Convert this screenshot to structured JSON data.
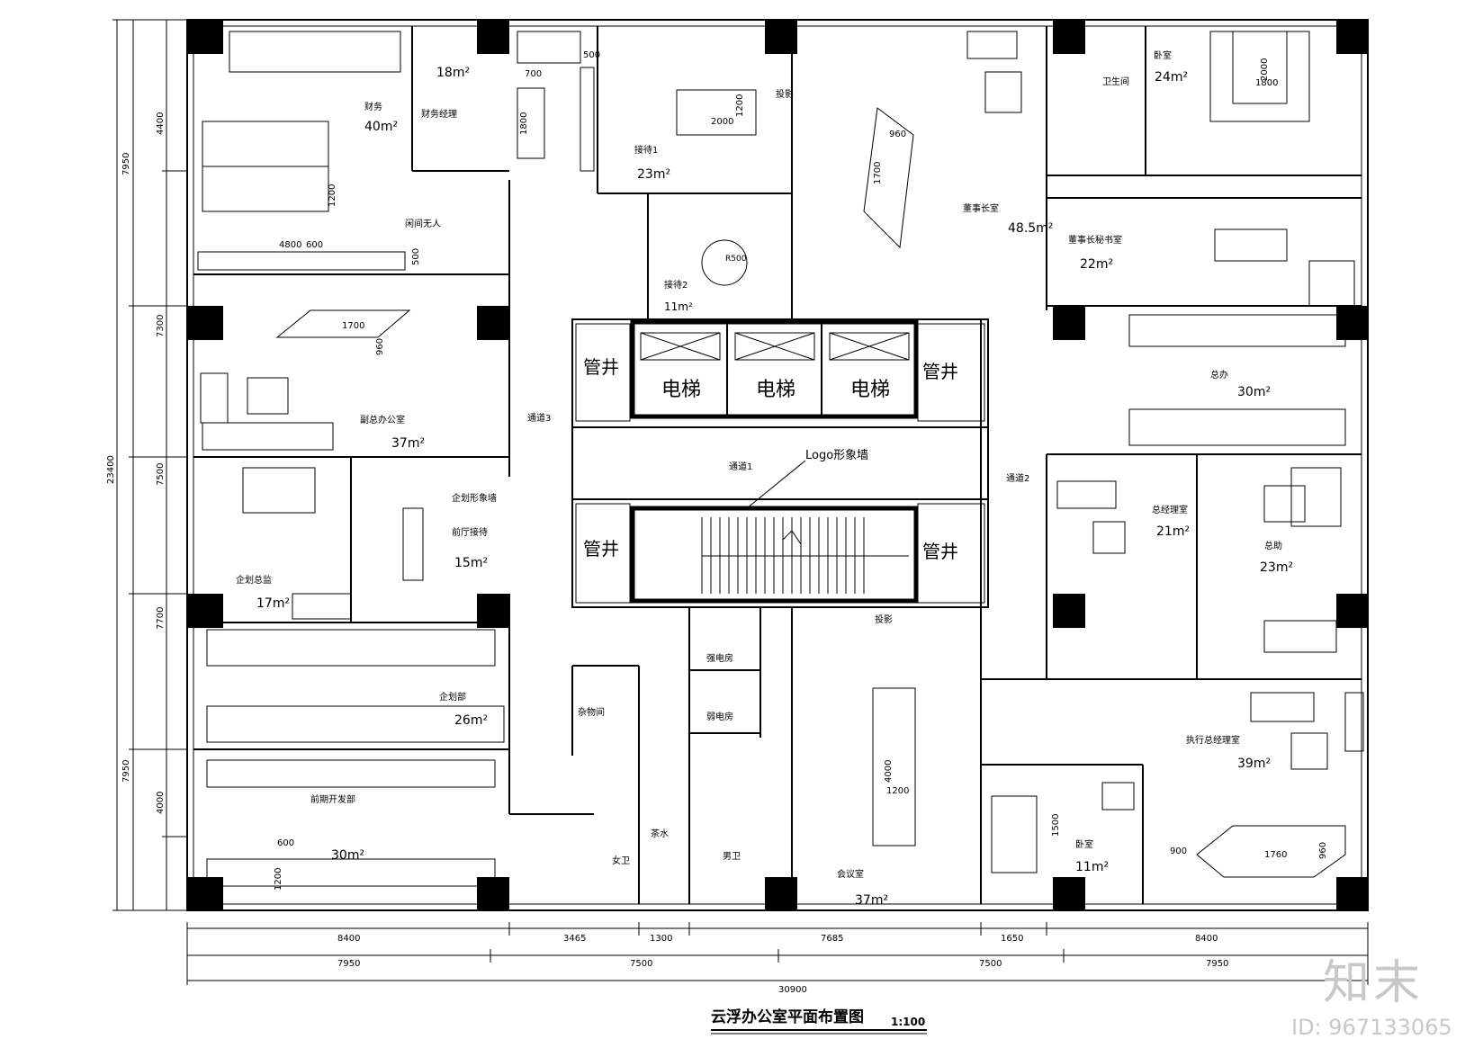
{
  "drawing": {
    "title": "云浮办公室平面布置图",
    "scale": "1:100"
  },
  "watermark": {
    "brand": "知末",
    "id_text": "ID: 967133065"
  },
  "core": {
    "elevators": [
      "电梯",
      "电梯",
      "电梯"
    ],
    "shafts": [
      "管井",
      "管井",
      "管井",
      "管井"
    ],
    "logo_wall": "Logo形象墙",
    "corridor": "通道1"
  },
  "rooms": [
    {
      "name": "财务",
      "area": "40m²"
    },
    {
      "name": "财务经理",
      "area": "18m²"
    },
    {
      "name": "接待1",
      "area": "23m²"
    },
    {
      "name": "接待2",
      "area": "11m²"
    },
    {
      "name": "董事长室",
      "area": "48.5m²"
    },
    {
      "name": "卫生间",
      "area": ""
    },
    {
      "name": "卧室",
      "area": "24m²"
    },
    {
      "name": "董事长秘书室",
      "area": "22m²"
    },
    {
      "name": "总办",
      "area": "30m²"
    },
    {
      "name": "副总办公室",
      "area": "37m²"
    },
    {
      "name": "总经理室",
      "area": "21m²"
    },
    {
      "name": "总助",
      "area": "23m²"
    },
    {
      "name": "企划总监",
      "area": "17m²"
    },
    {
      "name": "前厅接待",
      "area": "15m²"
    },
    {
      "name": "企划部",
      "area": "26m²"
    },
    {
      "name": "前期开发部",
      "area": "30m²"
    },
    {
      "name": "杂物间",
      "area": ""
    },
    {
      "name": "女卫",
      "area": ""
    },
    {
      "name": "男卫",
      "area": ""
    },
    {
      "name": "会议室",
      "area": "37m²"
    },
    {
      "name": "卧室",
      "area": "11m²"
    },
    {
      "name": "执行总经理室",
      "area": "39m²"
    }
  ],
  "small_labels": {
    "room_empty": "闲间无人",
    "corridor3": "通道3",
    "corridor2": "通道2",
    "logo_wall2": "企划形象墙",
    "tea": "茶水",
    "power1": "强电房",
    "power2": "弱电房",
    "projection": "投影",
    "projection2": "投影"
  },
  "furniture_dims": {
    "desk_700": "700",
    "desk_1800": "1800",
    "w500": "500",
    "table_2000": "2000",
    "table_1200": "1200",
    "d960": "960",
    "d1700": "1700",
    "bed_2000": "2000",
    "bed_1800": "1800",
    "r500": "R500",
    "desk_1200": "1200",
    "w4800": "4800",
    "w600": "600",
    "w500b": "500",
    "sofa_1700": "1700",
    "sofa_960": "960",
    "conf_4000": "4000",
    "conf_1200": "1200",
    "bed_1500": "1500",
    "w900": "900",
    "d1760": "1760",
    "d960b": "960",
    "w600b": "600",
    "d1200b": "1200"
  },
  "dimensions": {
    "left_outer": [
      "7950",
      "7300",
      "7500",
      "7700",
      "7950"
    ],
    "left_total": "23400",
    "left_inner": [
      "4400",
      "4000"
    ],
    "bottom_row1": [
      "8400",
      "3465",
      "1300",
      "7685",
      "1650",
      "8400"
    ],
    "bottom_row2": [
      "7950",
      "7500",
      "7500",
      "7950"
    ],
    "bottom_total": "30900"
  }
}
